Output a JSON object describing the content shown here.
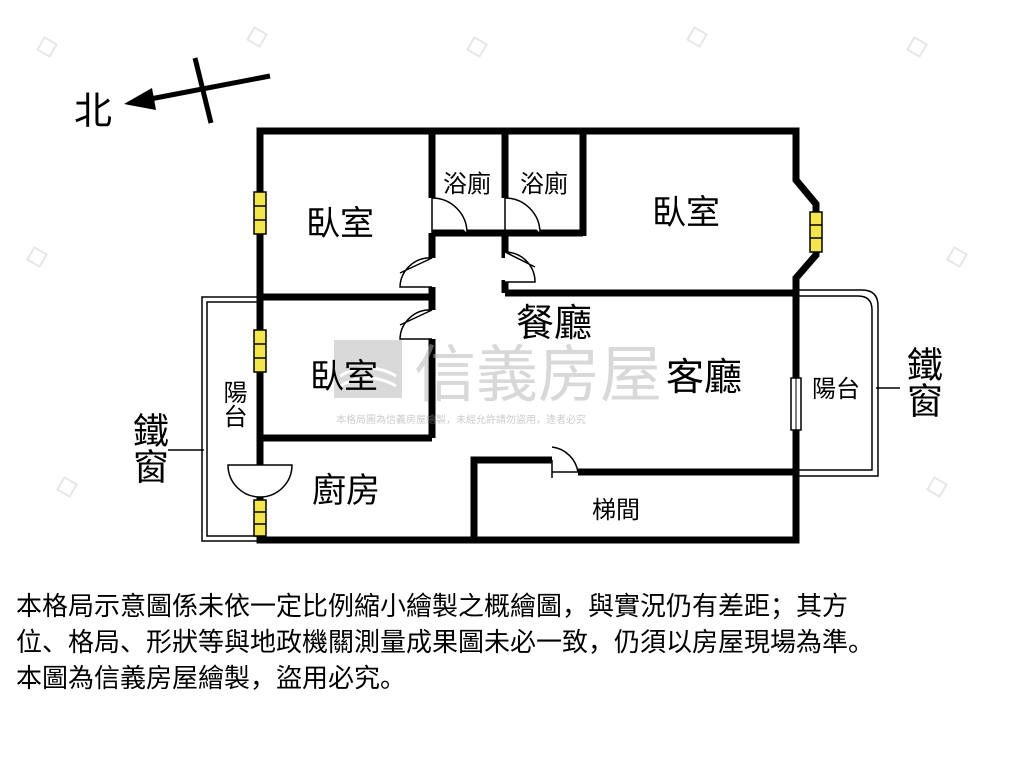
{
  "compass": {
    "label": "北"
  },
  "rooms": {
    "bedroom_nw": "臥室",
    "bedroom_ne": "臥室",
    "bedroom_w": "臥室",
    "bath_1": "浴廁",
    "bath_2": "浴廁",
    "dining": "餐廳",
    "living": "客廳",
    "kitchen": "廚房",
    "stairs": "梯間",
    "balcony_w": "陽台",
    "balcony_e": "陽台",
    "grille_w": "鐵窗",
    "grille_e": "鐵窗"
  },
  "watermark": {
    "brand": "信義房屋",
    "notice": "本格局圖為信義房屋繪製，未經允許請勿盜用，違者必究"
  },
  "disclaimer": {
    "line1": "本格局示意圖係未依一定比例縮小繪製之概繪圖，與實況仍有差距；其方",
    "line2": "位、格局、形狀等與地政機關測量成果圖未必一致，仍須以房屋現場為準。",
    "line3": "本圖為信義房屋繪製，盜用必究。"
  }
}
